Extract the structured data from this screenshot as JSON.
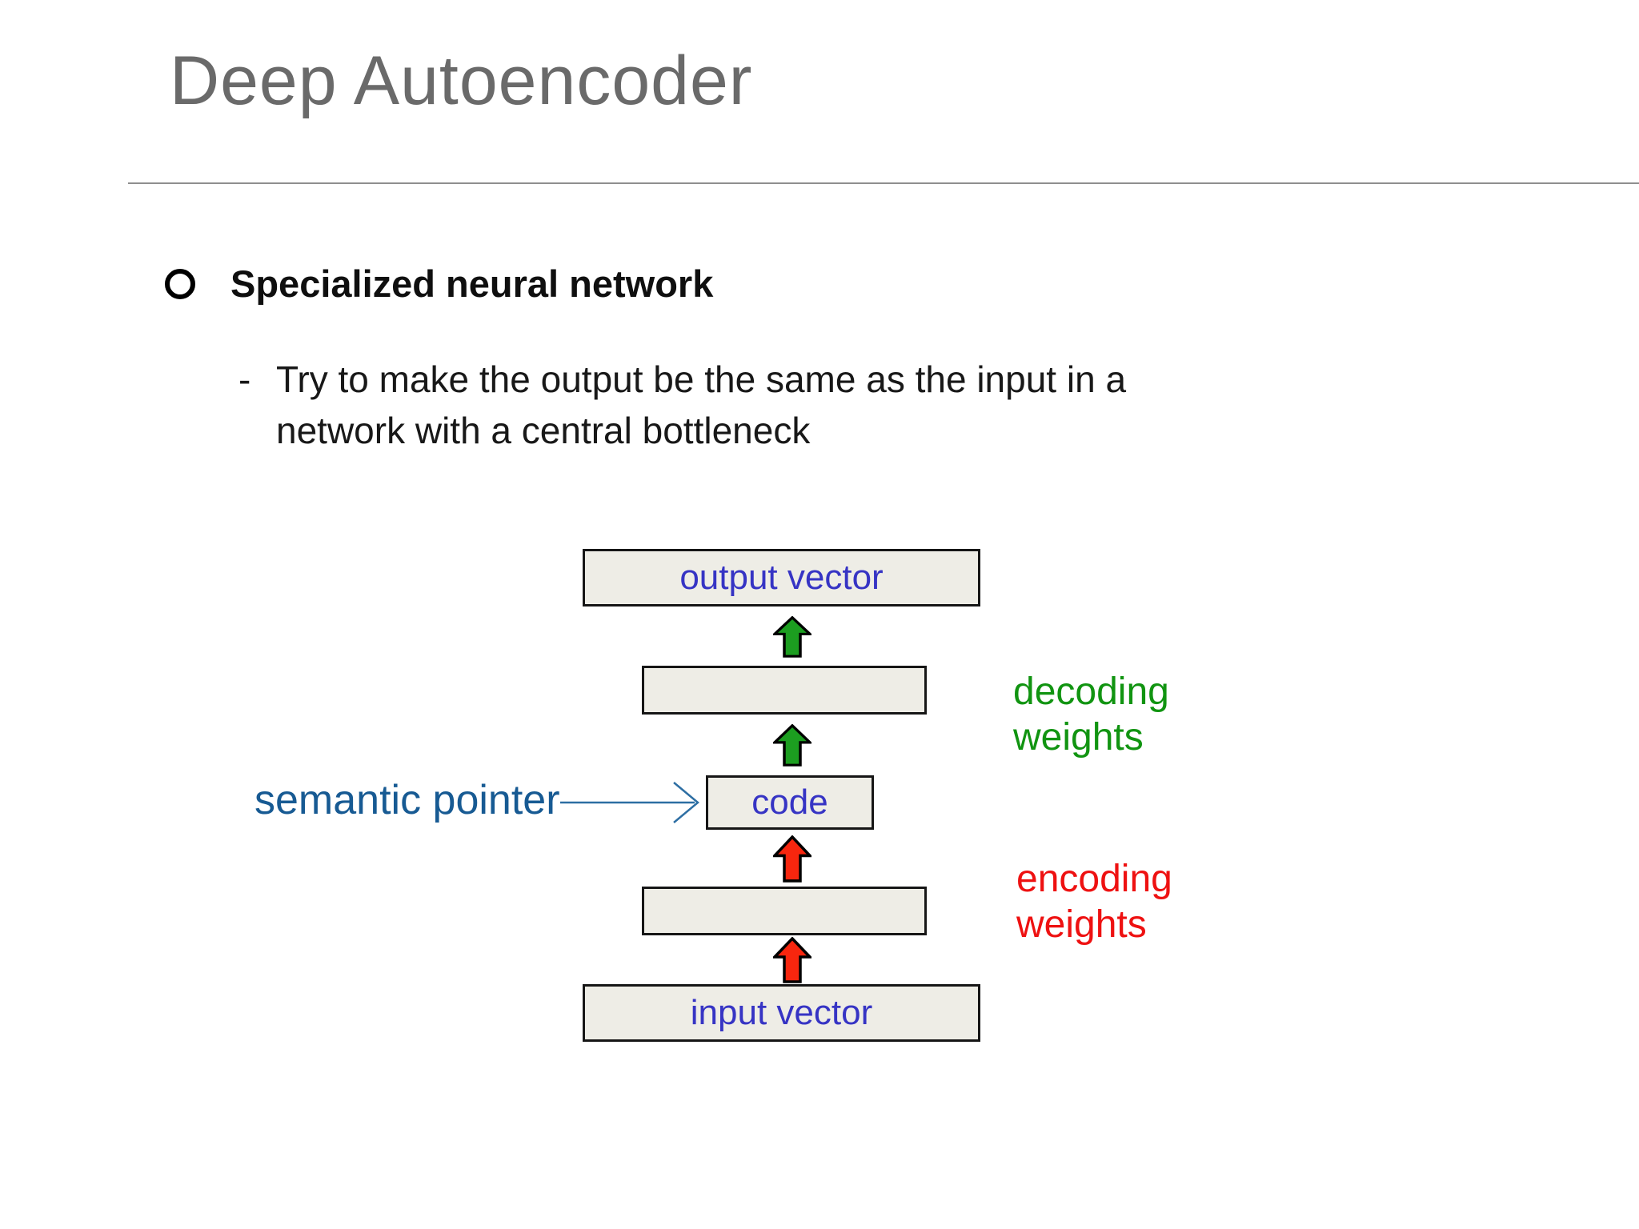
{
  "slide": {
    "title": "Deep Autoencoder",
    "bullet": "Specialized neural network",
    "sub_bullet_dash": "-",
    "sub_bullet_lines": [
      "Try to make the output be the same as the input in a",
      "network with a central bottleneck"
    ],
    "diagram": {
      "boxes": {
        "output": "output vector",
        "code": "code",
        "input": "input vector"
      },
      "labels": {
        "decoding": "decoding weights",
        "encoding": "encoding weights",
        "semantic_pointer": "semantic pointer"
      },
      "colors": {
        "title_gray": "#6a6a6a",
        "box_fill": "#eeede6",
        "box_border": "#161616",
        "box_text_blue": "#3634c4",
        "arrow_green": "#1c9e20",
        "arrow_red": "#f8260e",
        "decoding_green": "#119411",
        "encoding_red": "#ee1111",
        "pointer_text_blue": "#175a93",
        "pointer_arrow_blue": "#2d6ea3"
      }
    }
  }
}
